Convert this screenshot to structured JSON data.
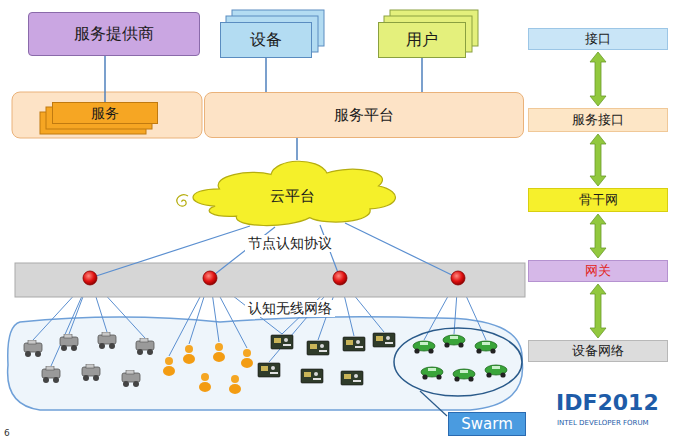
{
  "diagram": {
    "nodes": [
      {
        "text": [
          "服务提供商"
        ]
      },
      {
        "text": [
          "设备"
        ]
      },
      {
        "text": [
          "用户"
        ]
      },
      {
        "text": [
          "接口"
        ]
      },
      {
        "text": [
          "服务"
        ]
      },
      {
        "text": [
          "服务平台"
        ]
      },
      {
        "text": [
          "服务接口"
        ]
      },
      {
        "text": [
          "云平台"
        ]
      },
      {
        "text": [
          "骨干网"
        ]
      },
      {
        "text": [
          "网关"
        ]
      },
      {
        "text": [
          "设备网络"
        ]
      },
      {
        "text": [
          "Swarm"
        ]
      }
    ],
    "edges": [
      {
        "from": 0,
        "to": 4,
        "arrow": "none"
      },
      {
        "from": 1,
        "to": 5,
        "arrow": "none"
      },
      {
        "from": 2,
        "to": 5,
        "arrow": "none"
      },
      {
        "from": 5,
        "to": 7,
        "arrow": "none"
      },
      {
        "from": 3,
        "to": 6,
        "arrow": "both"
      },
      {
        "from": 6,
        "to": 8,
        "arrow": "both"
      },
      {
        "from": 8,
        "to": 9,
        "arrow": "both"
      },
      {
        "from": 9,
        "to": 10,
        "arrow": "both"
      }
    ],
    "labels": [
      "节点认知协议",
      "认知无线网络",
      "6",
      "IDF2012",
      "INTEL DEVELOPER FORUM"
    ]
  }
}
